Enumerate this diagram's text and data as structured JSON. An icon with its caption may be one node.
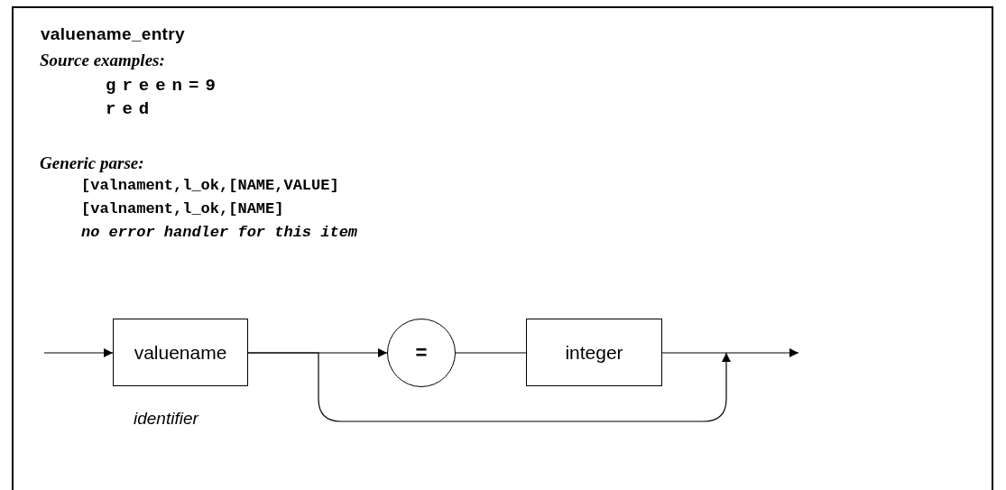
{
  "diagram": {
    "title": "valuename_entry",
    "nodes": [
      {
        "text": [
          "valuename"
        ],
        "beside": [
          "identifier"
        ]
      },
      {
        "text": [
          "="
        ]
      },
      {
        "text": [
          "integer"
        ]
      }
    ],
    "edges": [
      {
        "from": null,
        "to": 0,
        "arrow": "to"
      },
      {
        "from": 0,
        "to": 1,
        "arrow": "to"
      },
      {
        "from": 1,
        "to": 2,
        "arrow": "none"
      },
      {
        "from": 2,
        "to": null,
        "arrow": "to"
      },
      {
        "from": 0,
        "to": null,
        "arrow": "to"
      }
    ],
    "labels": [
      "Source examples:",
      "green=9",
      "red",
      "Generic parse:",
      "[valnament,l_ok,[NAME,VALUE]",
      "[valnament,l_ok,[NAME]",
      "no error handler for this item"
    ]
  }
}
